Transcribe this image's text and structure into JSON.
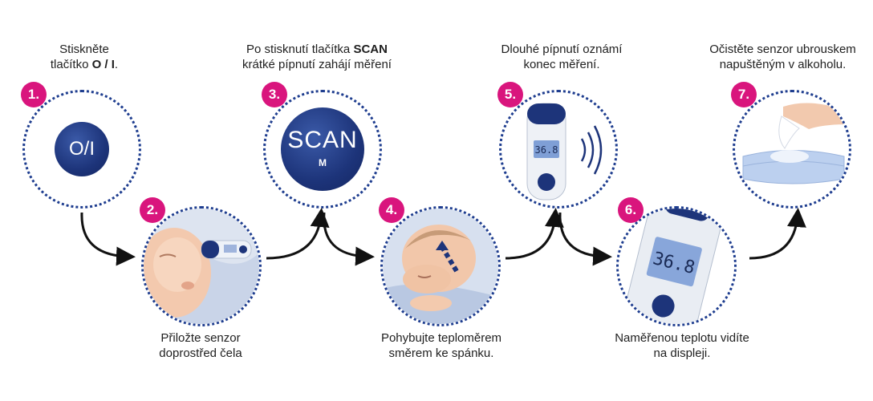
{
  "steps": [
    {
      "number": "1.",
      "caption_lines": [
        "Stiskněte",
        "tlačítko "
      ],
      "caption_bold": "O / I",
      "caption_tail": ".",
      "icon": "power-button-icon",
      "button_text": "O/I"
    },
    {
      "number": "2.",
      "caption_lines": [
        "Přiložte senzor",
        "doprostřed čela"
      ],
      "icon": "baby-forehead-photo"
    },
    {
      "number": "3.",
      "caption_line1_prefix": "Po stisknutí tlačítka ",
      "caption_bold": "SCAN",
      "caption_line2": "krátké pípnutí zahájí měření",
      "icon": "scan-button-icon",
      "button_text": "SCAN",
      "button_sub": "M"
    },
    {
      "number": "4.",
      "caption_lines": [
        "Pohybujte teploměrem",
        "směrem ke spánku."
      ],
      "icon": "baby-temple-photo"
    },
    {
      "number": "5.",
      "caption_lines": [
        "Dlouhé pípnutí oznámí",
        "konec měření."
      ],
      "icon": "thermometer-beep-icon",
      "display_value": "36.8"
    },
    {
      "number": "6.",
      "caption_lines": [
        "Naměřenou teplotu vidíte",
        "na displeji."
      ],
      "icon": "thermometer-display-photo",
      "display_value": "36.8"
    },
    {
      "number": "7.",
      "caption_lines": [
        "Očistěte senzor ubrouskem",
        "napuštěným v alkoholu."
      ],
      "icon": "alcohol-wipe-photo"
    }
  ],
  "colors": {
    "badge": "#d9157d",
    "ring": "#1e3d8f",
    "button": "#1d347a"
  }
}
